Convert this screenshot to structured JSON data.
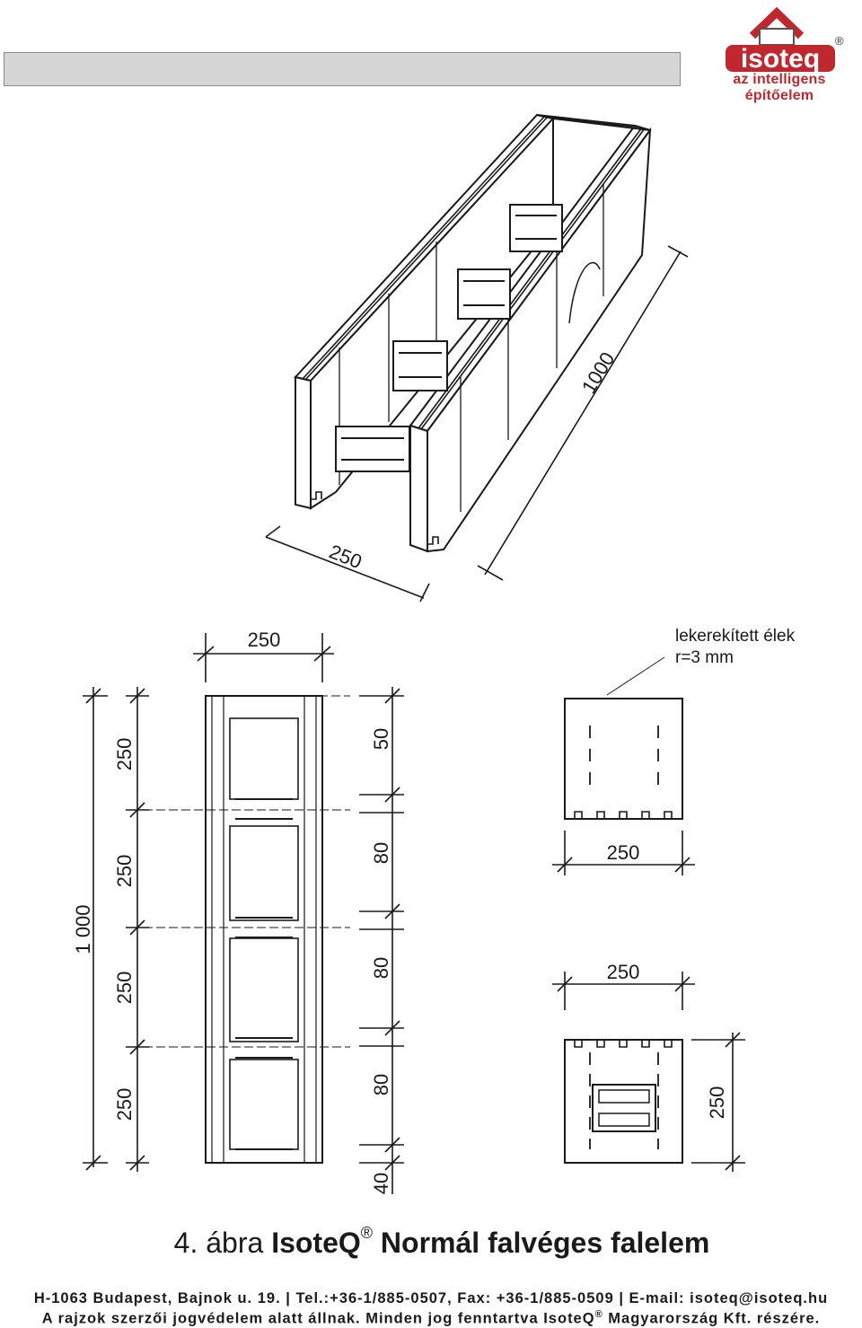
{
  "brand": {
    "logo_text": "isoteq",
    "registered_mark": "®",
    "tagline": "az intelligens építőelem"
  },
  "drawing": {
    "iso_dims": {
      "width": "250",
      "length": "1000"
    },
    "front_top": "250",
    "left_total": "1 000",
    "left_segments": [
      "250",
      "250",
      "250",
      "250"
    ],
    "right_segments": [
      "50",
      "80",
      "80",
      "80",
      "40"
    ],
    "note_line1": "lekerekített élek",
    "note_line2": "r=3 mm",
    "side_top_dim": "250",
    "plan_dim": "250",
    "plan_side_dim": "250"
  },
  "caption": {
    "prefix": "4. ábra ",
    "brand": "IsoteQ",
    "reg": "®",
    "rest": " Normál falvéges falelem"
  },
  "footer": {
    "line1": "H-1063 Budapest, Bajnok u. 19. | Tel.:+36-1/885-0507, Fax: +36-1/885-0509 | E-mail: isoteq@isoteq.hu",
    "line2_a": "A rajzok szerzői jogvédelem alatt állnak. Minden jog fenntartva IsoteQ",
    "line2_reg": "®",
    "line2_b": " Magyarország Kft. részére."
  }
}
